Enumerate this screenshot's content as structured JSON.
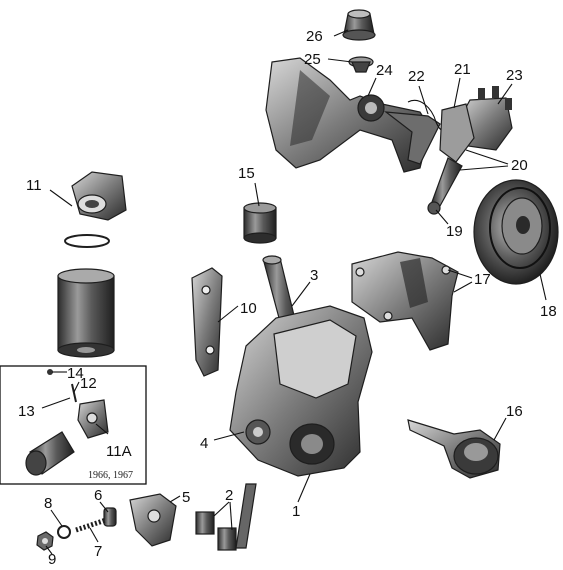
{
  "labels": {
    "p1": "1",
    "p2": "2",
    "p3": "3",
    "p4": "4",
    "p5": "5",
    "p6": "6",
    "p7": "7",
    "p8": "8",
    "p9": "9",
    "p10": "10",
    "p11": "11",
    "p11a": "11A",
    "p12": "12",
    "p13": "13",
    "p14": "14",
    "p15": "15",
    "p16": "16",
    "p17": "17",
    "p18": "18",
    "p19": "19",
    "p20": "20",
    "p21": "21",
    "p22": "22",
    "p23": "23",
    "p24": "24",
    "p25": "25",
    "p26": "26"
  },
  "inset": {
    "caption": "1966, 1967"
  }
}
